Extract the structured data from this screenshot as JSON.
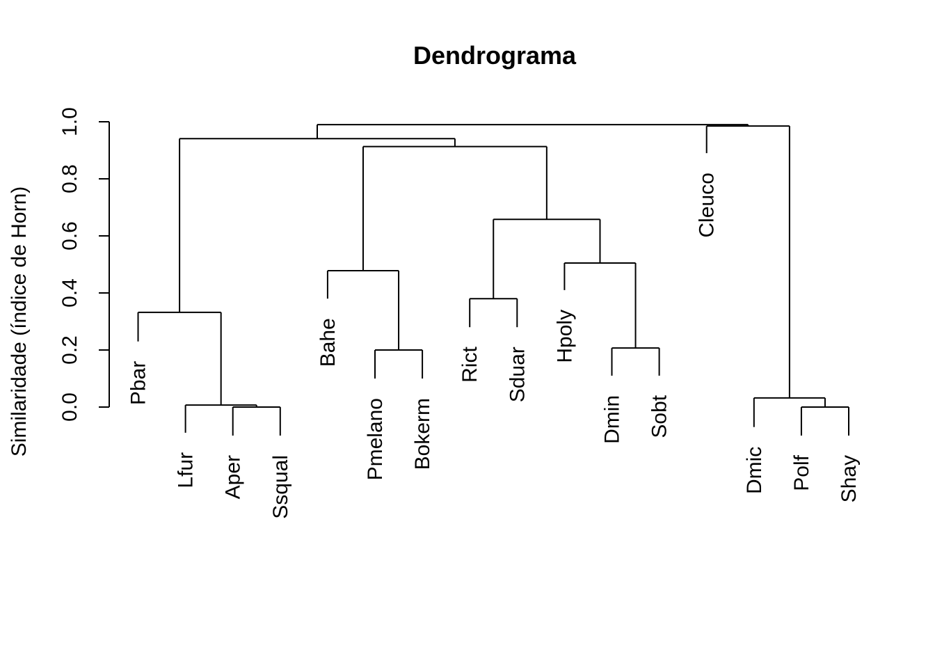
{
  "chart_data": {
    "type": "dendrogram",
    "title": "Dendrograma",
    "ylabel": "Similaridade (índice de Horn)",
    "ylim": [
      0.0,
      1.0
    ],
    "yticks": [
      0.0,
      0.2,
      0.4,
      0.6,
      0.8,
      1.0
    ],
    "ytick_labels": [
      "0.0",
      "0.2",
      "0.4",
      "0.6",
      "0.8",
      "1.0"
    ],
    "leaves": [
      {
        "label": "Pbar",
        "height": 0.23
      },
      {
        "label": "Lfur",
        "height": -0.09
      },
      {
        "label": "Aper",
        "height": -0.1
      },
      {
        "label": "Ssqual",
        "height": -0.1
      },
      {
        "label": "Bahe",
        "height": 0.38
      },
      {
        "label": "Pmelano",
        "height": 0.1
      },
      {
        "label": "Bokerm",
        "height": 0.1
      },
      {
        "label": "Rict",
        "height": 0.28
      },
      {
        "label": "Sduar",
        "height": 0.28
      },
      {
        "label": "Hpoly",
        "height": 0.41
      },
      {
        "label": "Dmin",
        "height": 0.11
      },
      {
        "label": "Sobt",
        "height": 0.11
      },
      {
        "label": "Cleuco",
        "height": 0.89
      },
      {
        "label": "Dmic",
        "height": -0.07
      },
      {
        "label": "Polf",
        "height": -0.1
      },
      {
        "label": "Shay",
        "height": -0.1
      }
    ],
    "merges": [
      {
        "id": "m_as",
        "children": [
          "leaf:2",
          "leaf:3"
        ],
        "height": 0.0
      },
      {
        "id": "m_las",
        "children": [
          "leaf:1",
          "m_as"
        ],
        "height": 0.007
      },
      {
        "id": "m_plas",
        "children": [
          "leaf:0",
          "m_las"
        ],
        "height": 0.332
      },
      {
        "id": "m_pb",
        "children": [
          "leaf:5",
          "leaf:6"
        ],
        "height": 0.2
      },
      {
        "id": "m_bpb",
        "children": [
          "leaf:4",
          "m_pb"
        ],
        "height": 0.478
      },
      {
        "id": "m_rs",
        "children": [
          "leaf:7",
          "leaf:8"
        ],
        "height": 0.38
      },
      {
        "id": "m_ds",
        "children": [
          "leaf:10",
          "leaf:11"
        ],
        "height": 0.207
      },
      {
        "id": "m_hds",
        "children": [
          "leaf:9",
          "m_ds"
        ],
        "height": 0.505
      },
      {
        "id": "m_rshds",
        "children": [
          "m_rs",
          "m_hds"
        ],
        "height": 0.658
      },
      {
        "id": "m_mid",
        "children": [
          "m_bpb",
          "m_rshds"
        ],
        "height": 0.913
      },
      {
        "id": "m_left",
        "children": [
          "m_plas",
          "m_mid"
        ],
        "height": 0.941
      },
      {
        "id": "m_ps",
        "children": [
          "leaf:14",
          "leaf:15"
        ],
        "height": 0.0
      },
      {
        "id": "m_dps",
        "children": [
          "leaf:13",
          "m_ps"
        ],
        "height": 0.032
      },
      {
        "id": "m_right",
        "children": [
          "leaf:12",
          "m_dps"
        ],
        "height": 0.985
      },
      {
        "id": "m_root",
        "children": [
          "m_left",
          "m_right"
        ],
        "height": 0.99
      }
    ]
  }
}
